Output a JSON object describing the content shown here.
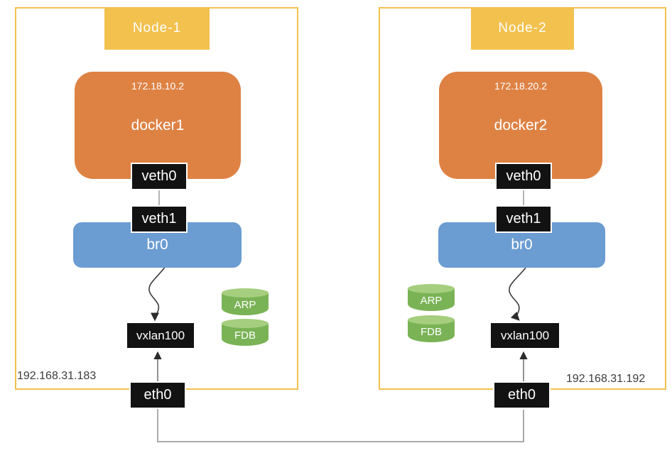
{
  "colors": {
    "yellow": "#F2C14E",
    "orange": "#DE8244",
    "blue": "#6B9CD2",
    "green": "#7AB356",
    "greentop": "#A5CE7E",
    "line": "#8F8F8F"
  },
  "nodes": [
    {
      "title": "Node-1",
      "host_ip": "192.168.31.183",
      "container": {
        "ip": "172.18.10.2",
        "name": "docker1"
      },
      "veth0": "veth0",
      "veth1": "veth1",
      "bridge": "br0",
      "vxlan": "vxlan100",
      "eth": "eth0",
      "arp": "ARP",
      "fdb": "FDB"
    },
    {
      "title": "Node-2",
      "host_ip": "192.168.31.192",
      "container": {
        "ip": "172.18.20.2",
        "name": "docker2"
      },
      "veth0": "veth0",
      "veth1": "veth1",
      "bridge": "br0",
      "vxlan": "vxlan100",
      "eth": "eth0",
      "arp": "ARP",
      "fdb": "FDB"
    }
  ]
}
